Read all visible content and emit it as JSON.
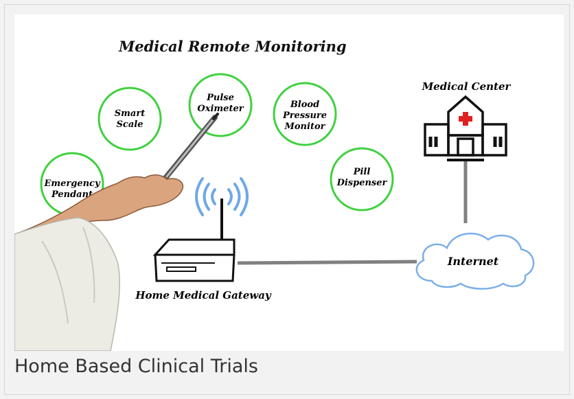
{
  "diagram": {
    "title": "Medical Remote Monitoring",
    "devices": [
      {
        "label_lines": [
          "Emergency",
          "Pendant"
        ]
      },
      {
        "label_lines": [
          "Smart",
          "Scale"
        ]
      },
      {
        "label_lines": [
          "Pulse",
          "Oximeter"
        ]
      },
      {
        "label_lines": [
          "Blood",
          "Pressure",
          "Monitor"
        ]
      },
      {
        "label_lines": [
          "Pill",
          "Dispenser"
        ]
      }
    ],
    "gateway_label": "Home Medical Gateway",
    "internet_label": "Internet",
    "medical_center_label": "Medical Center",
    "colors": {
      "ring": "#3fd13f",
      "wifi": "#6fa8e8",
      "cloud": "#7aaee8",
      "link": "#808080",
      "cross": "#e02020"
    }
  },
  "caption": "Home Based Clinical Trials"
}
